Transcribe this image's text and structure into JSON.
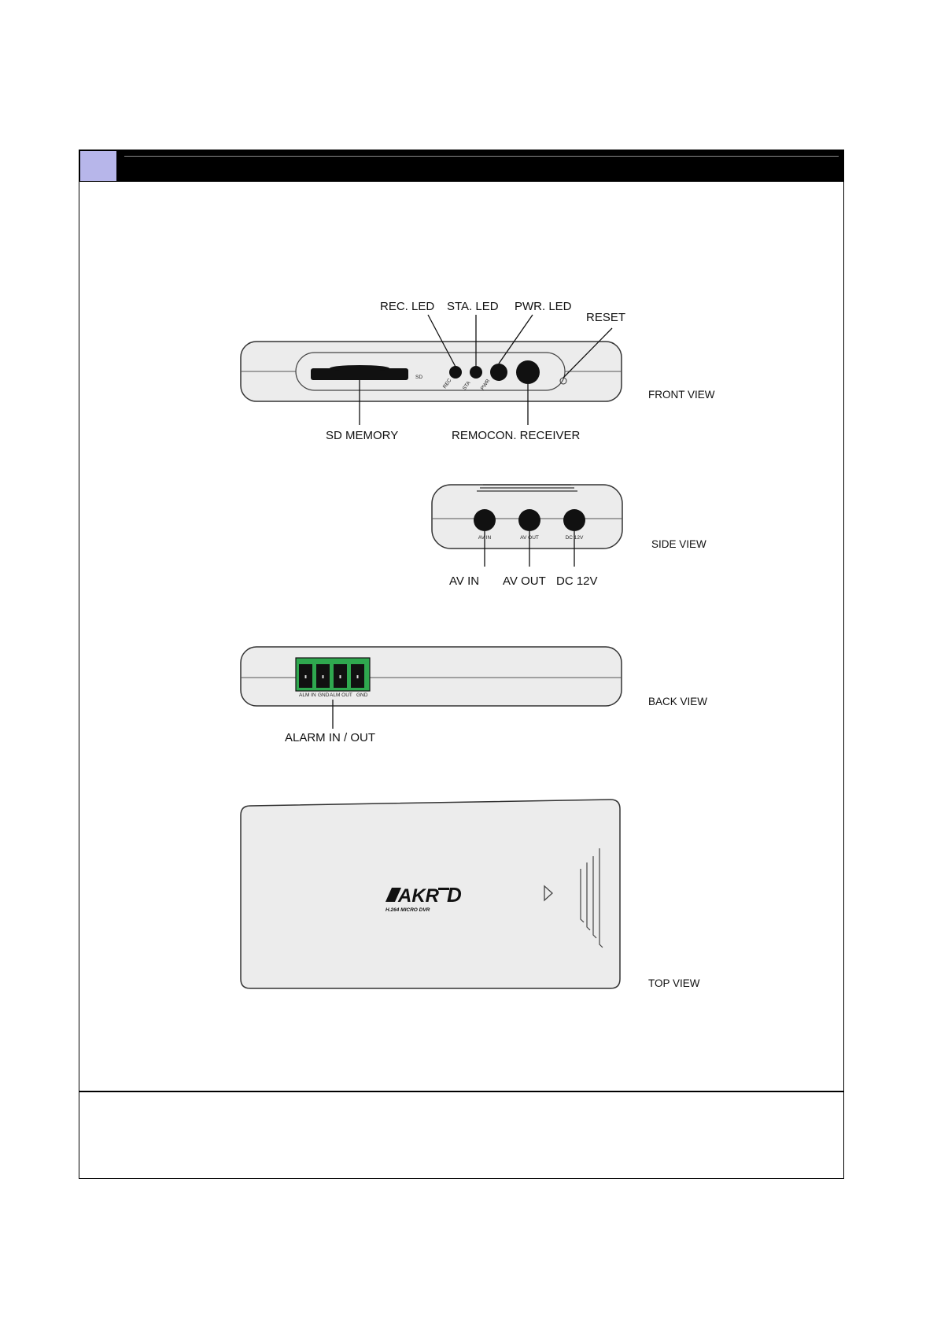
{
  "front": {
    "callouts": {
      "rec_led": "REC. LED",
      "sta_led": "STA. LED",
      "pwr_led": "PWR. LED",
      "reset": "RESET",
      "sd_memory": "SD MEMORY",
      "remocon_receiver": "REMOCON. RECEIVER"
    },
    "panel_text": {
      "sd": "SD",
      "rec": "REC",
      "sta": "STA",
      "pwr": "PWR"
    },
    "view_label": "FRONT VIEW"
  },
  "side": {
    "callouts": {
      "av_in": "AV IN",
      "av_out": "AV OUT",
      "dc_12v": "DC 12V"
    },
    "panel_text": {
      "av_in": "AV IN",
      "av_out": "AV OUT",
      "dc_12v": "DC 12V"
    },
    "view_label": "SIDE VIEW"
  },
  "back": {
    "terminal_labels": [
      "ALM IN",
      "GND",
      "ALM OUT",
      "GND"
    ],
    "callouts": {
      "alarm": "ALARM IN / OUT"
    },
    "view_label": "BACK VIEW"
  },
  "top": {
    "logo": {
      "brand": "AKR",
      "mark": "D",
      "tagline": "H.264 MICRO DVR"
    },
    "view_label": "TOP VIEW"
  },
  "colors": {
    "header_bar": "#000000",
    "header_accent": "#b7b6ea",
    "device_body": "#ececec",
    "terminal_green": "#2fa84f"
  }
}
